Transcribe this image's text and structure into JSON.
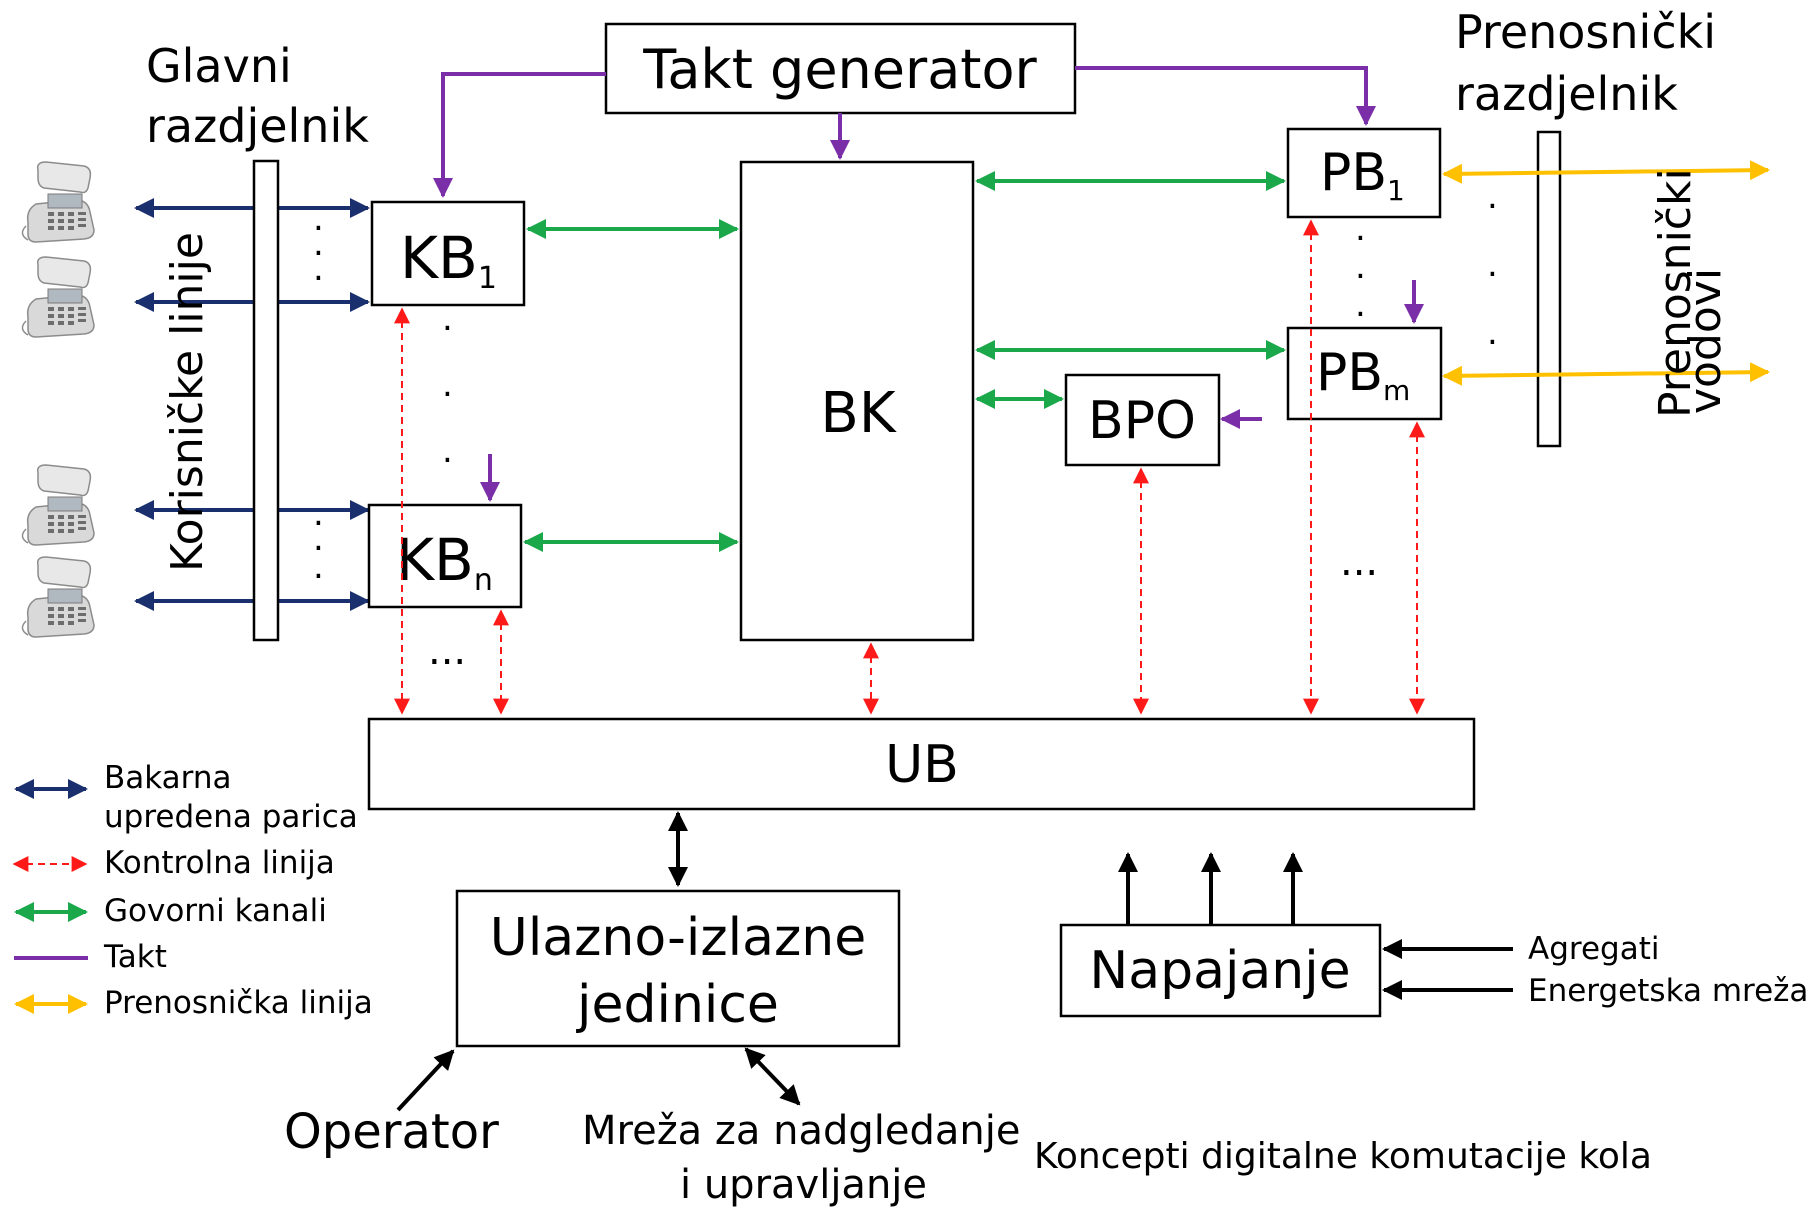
{
  "labels": {
    "takt_generator": "Takt generator",
    "glavni_1": "Glavni",
    "glavni_2": "razdjelnik",
    "prenosnicki_razdjelnik_1": "Prenosnički",
    "prenosnicki_razdjelnik_2": "razdjelnik",
    "korisnicke_linije": "Korisničke linije",
    "prenosnicki_vodovi_1": "Prenosnički",
    "prenosnicki_vodovi_2": "vodovi",
    "kb": "KB",
    "kb1_sub": "1",
    "kbn_sub": "n",
    "pb": "PB",
    "pb1_sub": "1",
    "pbm_sub": "m",
    "bk": "BK",
    "bpo": "BPO",
    "ub": "UB",
    "io_1": "Ulazno-izlazne",
    "io_2": "jedinice",
    "napajanje": "Napajanje",
    "agregati": "Agregati",
    "energetska_mreza": "Energetska mreža",
    "operator": "Operator",
    "mreza_1": "Mreža za nadgledanje",
    "mreza_2": "i upravljanje",
    "caption": "Koncepti digitalne komutacije kola",
    "ellipsis": "..."
  },
  "legend": [
    {
      "label_1": "Bakarna",
      "label_2": "upredena parica",
      "style": "copper"
    },
    {
      "label_1": "Kontrolna linija",
      "style": "control"
    },
    {
      "label_1": "Govorni kanali",
      "style": "voice"
    },
    {
      "label_1": "Takt",
      "style": "clock"
    },
    {
      "label_1": "Prenosnička linija",
      "style": "trunk"
    }
  ],
  "colors": {
    "copper": "#1a2f6e",
    "control": "#ff1a1a",
    "voice": "#1aa84a",
    "clock": "#7a2fa8",
    "trunk": "#ffc000",
    "black": "#000000"
  },
  "icons": {
    "phone": "desk-telephone-icon"
  }
}
